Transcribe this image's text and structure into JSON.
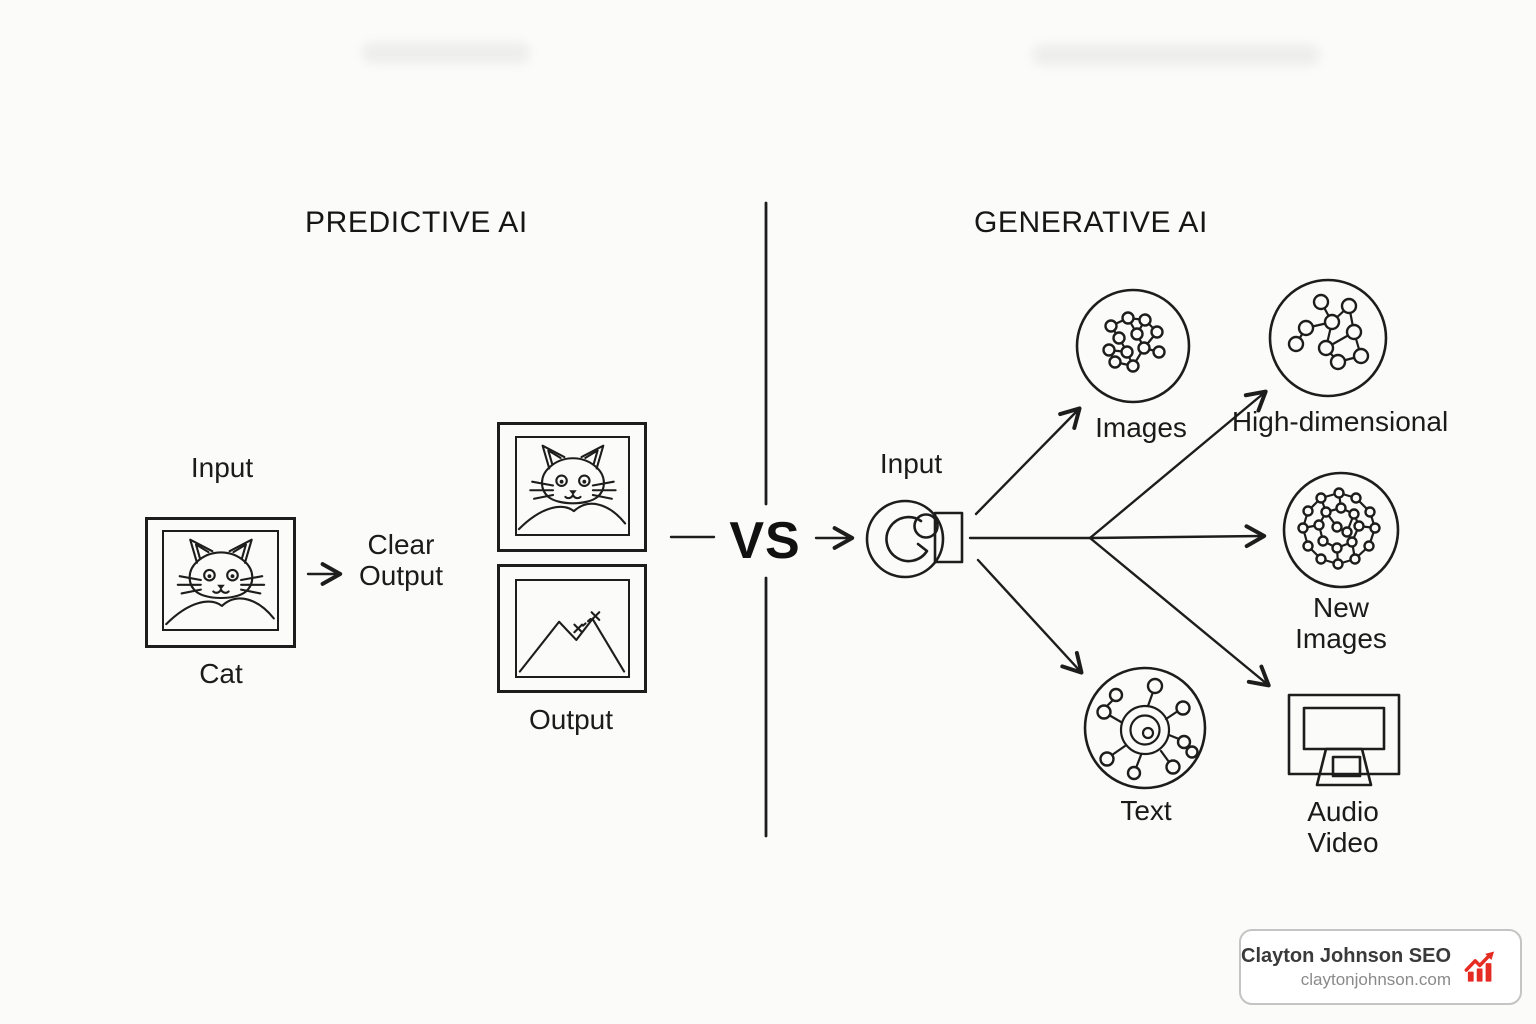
{
  "colors": {
    "ink": "#1d1d1d",
    "background": "#fbfbfa",
    "badge_border": "#c4c4c4",
    "badge_title_color": "#3a3a3a",
    "badge_domain_color": "#8a8a8a",
    "accent_red": "#e62b22"
  },
  "left_panel": {
    "title": "PREDICTIVE AI",
    "input_label": "Input",
    "input_caption": "Cat",
    "transition_line1": "Clear",
    "transition_line2": "Output",
    "output_label": "Output"
  },
  "divider": {
    "vs_label": "VS"
  },
  "right_panel": {
    "title": "GENERATIVE AI",
    "input_label": "Input",
    "outputs": {
      "images": "Images",
      "high_dimensional": "High-dimensional",
      "new_images_line1": "New",
      "new_images_line2": "Images",
      "text": "Text",
      "audio_video_line1": "Audio",
      "audio_video_line2": "Video"
    }
  },
  "badge": {
    "title": "Clayton Johnson SEO",
    "domain": "claytonjohnson.com"
  },
  "icons": {
    "cat_input": "cat-photo-icon",
    "cat_output": "cat-photo-icon",
    "landscape_output": "mountain-photo-icon",
    "generative_input": "lens-chat-icon",
    "images": "network-graph-icon",
    "high_dimensional": "sparse-graph-icon",
    "new_images": "dot-cluster-icon",
    "text": "hub-spoke-icon",
    "audio_video": "monitor-projector-icon",
    "badge": "growth-chart-icon"
  }
}
